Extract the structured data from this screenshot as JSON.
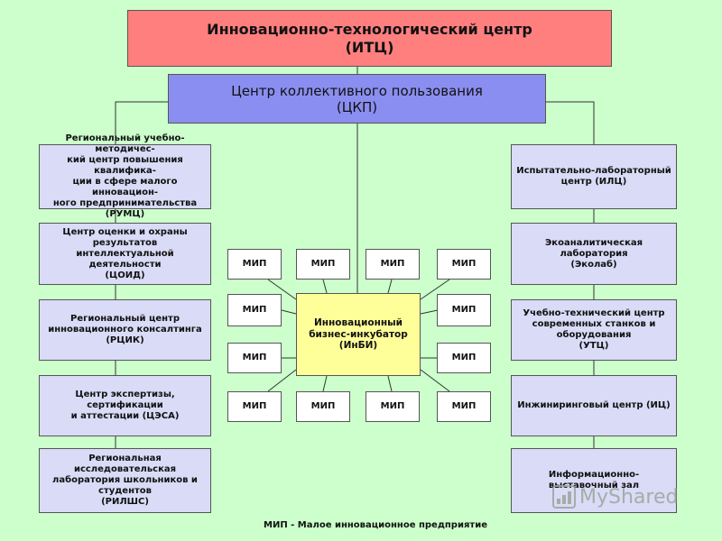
{
  "header": {
    "title_line1": "Инновационно-технологический центр",
    "title_line2": "(ИТЦ)"
  },
  "ckp": {
    "line1": "Центр коллективного пользования",
    "line2": "(ЦКП)"
  },
  "left_boxes": [
    "Региональный учебно-методичес-\nкий центр повышения квалифика-\nции в сфере малого инновацион-\nного предпринимательства\n(РУМЦ)",
    "Центр оценки и охраны\nрезультатов интеллектуальной\nдеятельности\n(ЦОИД)",
    "Региональный центр\nинновационного консалтинга\n(РЦИК)",
    "Центр экспертизы, сертификации\nи аттестации (ЦЭСА)",
    "Региональная исследовательская\nлаборатория школьников и\nстудентов\n(РИЛШС)"
  ],
  "right_boxes": [
    "Испытательно-лабораторный\nцентр  (ИЛЦ)",
    "Экоаналитическая лаборатория\n(Эколаб)",
    "Учебно-технический центр\nсовременных станков и\nоборудования\n(УТЦ)",
    "Инжиниринговый центр (ИЦ)",
    "Информационно-выставочный зал"
  ],
  "incubator": "Инновационный\nбизнес-инкубатор\n(ИнБИ)",
  "mip_label": "МИП",
  "legend": "МИП - Малое инновационное предприятие",
  "logo_text": "MyShared",
  "colors": {
    "background": "#ccffcc",
    "itc": "#ff7f7f",
    "ckp": "#8a8ef0",
    "side": "#d9dbf7",
    "incubator": "#ffff99"
  }
}
